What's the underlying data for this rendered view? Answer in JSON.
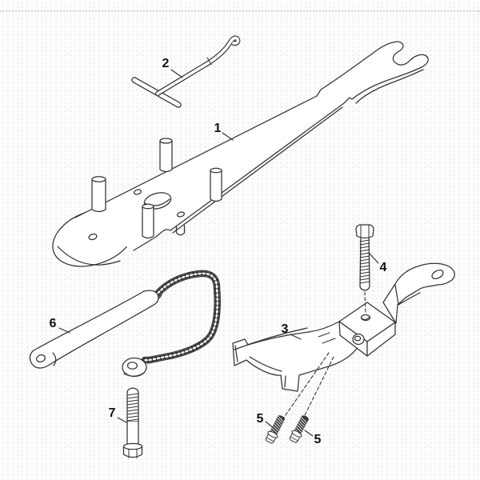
{
  "diagram": {
    "type": "exploded-parts-diagram",
    "callouts": [
      {
        "label": "1"
      },
      {
        "label": "2"
      },
      {
        "label": "3"
      },
      {
        "label": "4"
      },
      {
        "label": "5"
      },
      {
        "label": "5"
      },
      {
        "label": "6"
      },
      {
        "label": "7"
      }
    ],
    "colors": {
      "background": "#fdfdfd",
      "line": "#333333",
      "label": "#111111",
      "paper_dots": "#e8e8e8",
      "screw_thread_fill": "#3a3a3a"
    }
  }
}
